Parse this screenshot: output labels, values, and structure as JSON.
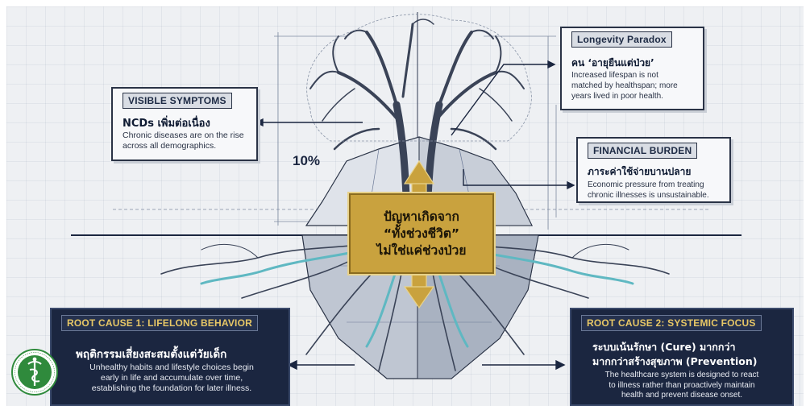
{
  "center_statement": {
    "line1": "ปัญหาเกิดจาก",
    "line2": "“ทั้งช่วงชีวิต”",
    "line3": "ไม่ใช่แค่ช่วงป่วย"
  },
  "percent_label": "10%",
  "visible_symptoms": {
    "tag": "VISIBLE SYMPTOMS",
    "heading": "NCDs เพิ่มต่อเนื่อง",
    "text_line1": "Chronic diseases are on the rise",
    "text_line2": "across all demographics."
  },
  "longevity_paradox": {
    "tag": "Longevity Paradox",
    "heading": "คน ‘อายุยืนแต่ป่วย’",
    "text_line1": "Increased lifespan is not",
    "text_line2": "matched by healthspan; more",
    "text_line3": "years lived in poor health."
  },
  "financial_burden": {
    "tag": "FINANCIAL BURDEN",
    "heading": "ภาระค่าใช้จ่ายบานปลาย",
    "text_line1": "Economic pressure from treating",
    "text_line2": "chronic illnesses is unsustainable."
  },
  "root_cause_1": {
    "tag": "ROOT CAUSE 1: LIFELONG BEHAVIOR",
    "heading": "พฤติกรรมเสี่ยงสะสมตั้งแต่วัยเด็ก",
    "text_line1": "Unhealthy habits and lifestyle choices begin",
    "text_line2": "early in life and accumulate over time,",
    "text_line3": "establishing the foundation for later illness."
  },
  "root_cause_2": {
    "tag": "ROOT CAUSE 2: SYSTEMIC FOCUS",
    "heading_line1": "ระบบเน้นรักษา (Cure) มากกว่า",
    "heading_line2": "มากกว่าสร้างสุขภาพ (Prevention)",
    "text_line1": "The healthcare system is designed to react",
    "text_line2": "to illness rather than proactively maintain",
    "text_line3": "health and prevent disease onset."
  },
  "colors": {
    "navy": "#1b2640",
    "gold": "#c9a23e",
    "root_teal": "#5fb8c2",
    "logo_green": "#2f8a3c"
  }
}
